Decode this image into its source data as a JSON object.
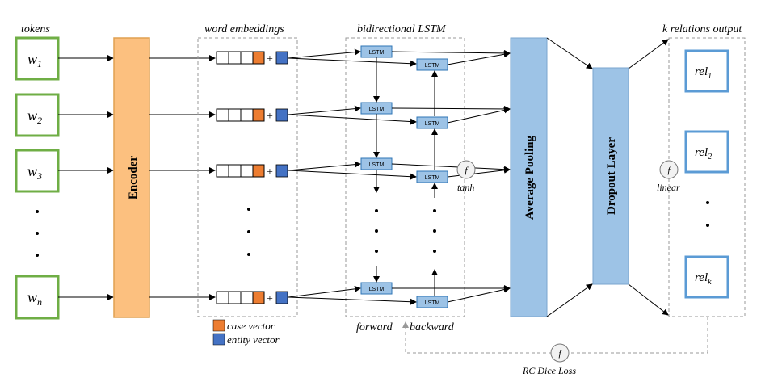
{
  "labels": {
    "tokens": "tokens",
    "word_embeddings": "word embeddings",
    "bilstm": "bidirectional LSTM",
    "relations_output": "k relations output",
    "encoder": "Encoder",
    "avg_pooling": "Average Pooling",
    "dropout": "Dropout Layer",
    "forward": "forward",
    "backward": "backward",
    "tanh": "tanh",
    "linear": "linear",
    "rc_dice_loss": "RC Dice Loss",
    "case_vector": "case vector",
    "entity_vector": "entity vector",
    "lstm": "LSTM",
    "f": "f",
    "plus": "+"
  },
  "tokens": [
    {
      "base": "w",
      "sub": "1"
    },
    {
      "base": "w",
      "sub": "2"
    },
    {
      "base": "w",
      "sub": "3"
    },
    {
      "base": "w",
      "sub": "n"
    }
  ],
  "relations": [
    {
      "base": "rel",
      "sub": "1"
    },
    {
      "base": "rel",
      "sub": "2"
    },
    {
      "base": "rel",
      "sub": "k"
    }
  ],
  "colors": {
    "token_border": "#6fae45",
    "encoder_fill": "#fcc07f",
    "encoder_border": "#e0a050",
    "case_vector": "#ed7d31",
    "entity_vector": "#4472c4",
    "lstm_fill": "#9dc3e6",
    "lstm_border": "#2e75b6",
    "pool_fill": "#9dc3e6",
    "rel_border": "#5b9bd5",
    "dashed": "#999999",
    "f_fill": "#f2f2f2"
  }
}
